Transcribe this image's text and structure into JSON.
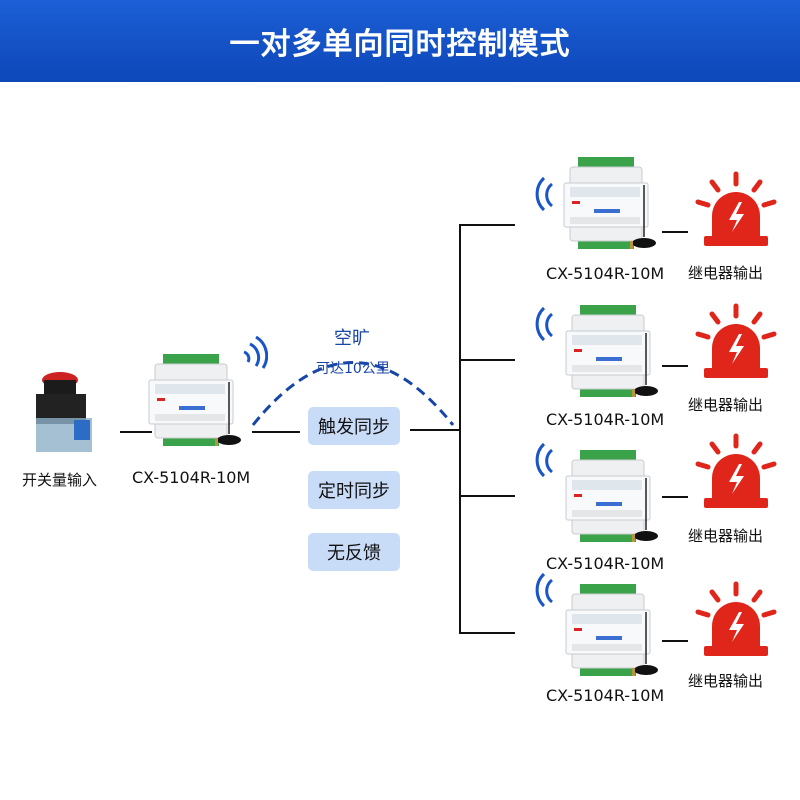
{
  "title": "一对多单向同时控制模式",
  "input_label": "开关量输入",
  "master_device": {
    "model": "CX-5104R-10M"
  },
  "range": {
    "title": "空旷",
    "distance": "可达10公里"
  },
  "modes": [
    "触发同步",
    "定时同步",
    "无反馈"
  ],
  "slaves": [
    {
      "model": "CX-5104R-10M",
      "output": "继电器输出"
    },
    {
      "model": "CX-5104R-10M",
      "output": "继电器输出"
    },
    {
      "model": "CX-5104R-10M",
      "output": "继电器输出"
    },
    {
      "model": "CX-5104R-10M",
      "output": "继电器输出"
    }
  ],
  "colors": {
    "header": "#1557c9",
    "mode_bg": "#c9dcf7",
    "arc": "#1846a8",
    "alarm": "#e0251b",
    "wave": "#1a55c8"
  }
}
